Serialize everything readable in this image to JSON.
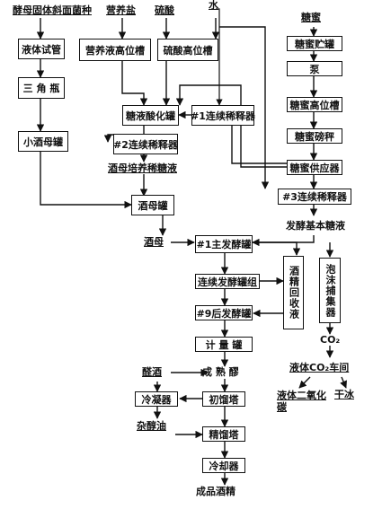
{
  "inputs": {
    "yeast_strain": "酵母固体斜面菌种",
    "nutrient_salt": "营养盐",
    "sulfuric_acid": "硫酸",
    "water": "水",
    "molasses": "糖蜜"
  },
  "boxes": {
    "liquid_test_tube": "液体试管",
    "flask": "三 角 瓶",
    "small_yeast_tank": "小酒母罐",
    "nutrient_tank": "营养液高位槽",
    "acid_tank": "硫酸高位槽",
    "molasses_acidify_tank": "糖液酸化罐",
    "diluter_1": "#1连续稀释器",
    "diluter_2": "#2连续稀释器",
    "yeast_tank": "酒母罐",
    "molasses_storage": "糖蜜贮罐",
    "pump": "泵",
    "molasses_high_tank": "糖蜜高位槽",
    "molasses_stir": "糖蜜磅秤",
    "molasses_supply": "糖蜜供应器",
    "diluter_3": "#3连续稀释器",
    "main_fermenter": "#1主发酵罐",
    "continuous_fermenter_group": "连续发酵罐组",
    "post_fermenter": "#9后发酵罐",
    "meter_tank": "计 量 罐",
    "alcohol_recovery": "酒精回收液",
    "foam_catcher": "泡沫捕集器",
    "condenser": "冷凝器",
    "initial_distill": "初馏塔",
    "fine_distill": "精馏塔",
    "cooler": "冷却器"
  },
  "labels": {
    "yeast_culture_liquid": "酒母培养稀糖液",
    "yeast": "酒母",
    "ferment_base": "发酵基本糖液",
    "co2": "CO₂",
    "co2_workshop": "液体CO₂车间",
    "liquid_co2": "液体二氧化碳",
    "dry_ice": "干冰",
    "aldehyde": "醛酒",
    "mature_mash": "成 熟 醪",
    "fusel_oil": "杂醇油",
    "final_alcohol": "成品酒精"
  }
}
